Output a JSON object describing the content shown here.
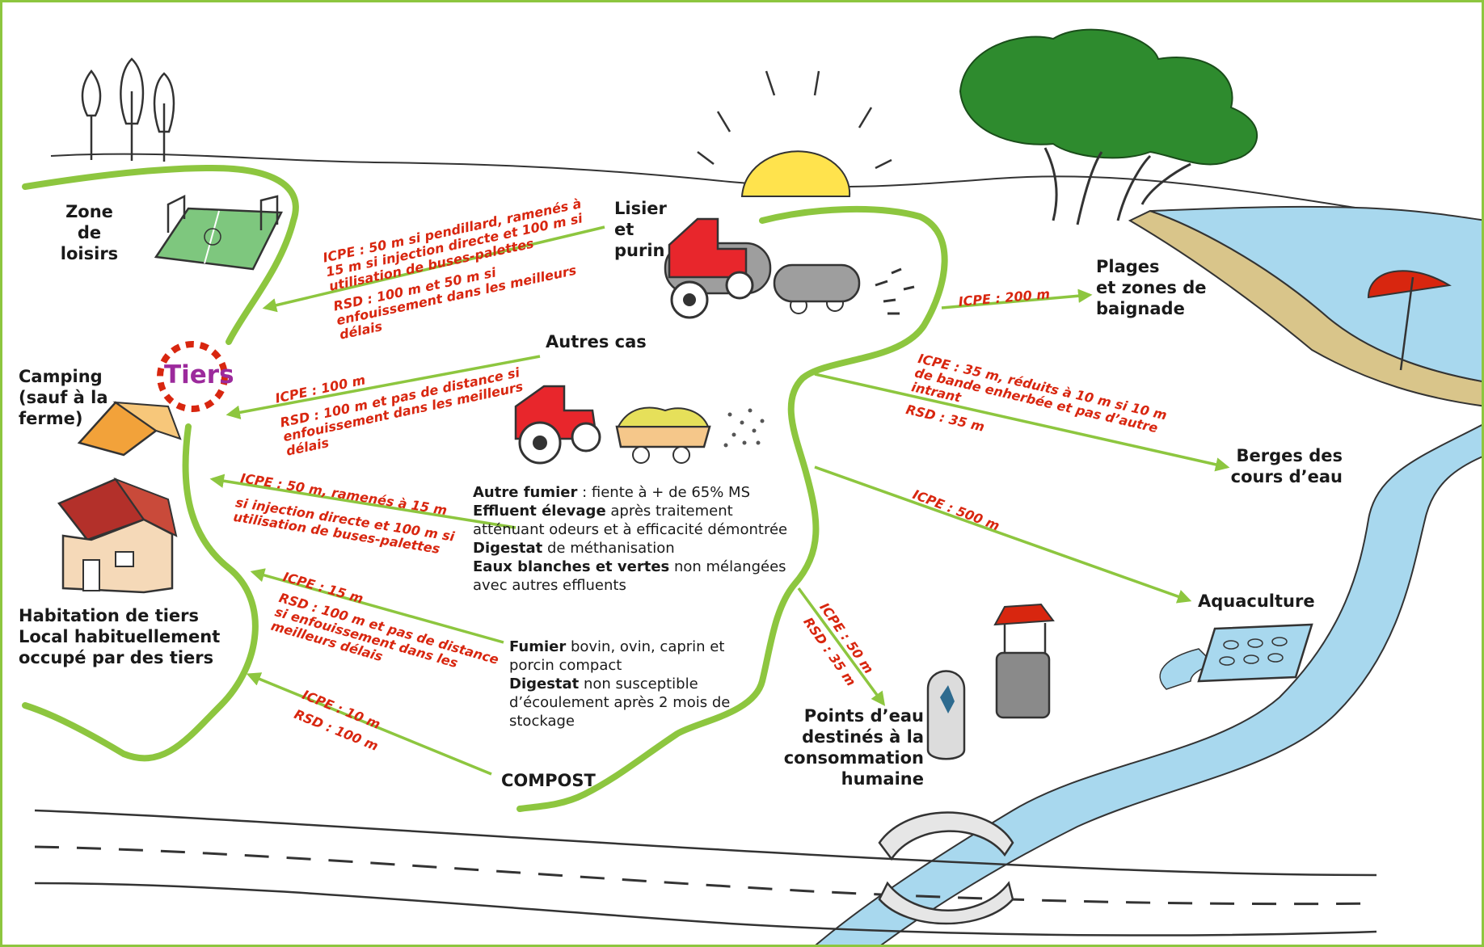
{
  "labels": {
    "zone_loisirs": [
      "Zone",
      "de",
      "loisirs"
    ],
    "camping": [
      "Camping",
      "(sauf à la",
      "ferme)"
    ],
    "habitation": [
      "Habitation de tiers",
      "Local habituellement",
      "occupé par des tiers"
    ],
    "tiers": "Tiers",
    "lisier": [
      "Lisier",
      "et",
      "purin"
    ],
    "autres_cas": "Autres cas",
    "compost": "COMPOST",
    "plages": [
      "Plages",
      "et zones de",
      "baignade"
    ],
    "berges": [
      "Berges des",
      "cours d’eau"
    ],
    "aquaculture": "Aquaculture",
    "points_eau": [
      "Points d’eau",
      "destinés à la",
      "consommation",
      "humaine"
    ]
  },
  "rules": {
    "lisier_icpe": [
      "ICPE : 50 m si pendillard, ramenés à",
      "15 m si injection directe et 100 m si",
      "utilisation de buses-palettes"
    ],
    "lisier_rsd": [
      "RSD : 100 m et 50 m si",
      "enfouissement dans les meilleurs",
      "délais"
    ],
    "autres_icpe": "ICPE : 100 m",
    "autres_rsd": [
      "RSD : 100 m et pas de distance si",
      "enfouissement dans les meilleurs",
      "délais"
    ],
    "fumier_autre_icpe": "ICPE : 50 m, ramenés à 15 m",
    "fumier_autre_icpe2": [
      "si injection directe et 100 m si",
      "utilisation de buses-palettes"
    ],
    "fumier_icpe": "ICPE : 15 m",
    "fumier_rsd": [
      "RSD : 100 m et pas de distance",
      "si enfouissement dans les",
      "meilleurs délais"
    ],
    "compost_icpe": "ICPE : 10 m",
    "compost_rsd": "RSD : 100 m",
    "plages_icpe": "ICPE : 200 m",
    "berges_icpe": [
      "ICPE : 35 m, réduits à 10 m  si 10 m",
      "de bande enherbée et pas d’autre",
      "intrant"
    ],
    "berges_rsd": "RSD : 35 m",
    "aquaculture_icpe": "ICPE : 500 m",
    "points_icpe": "ICPE : 50 m",
    "points_rsd": "RSD : 35 m"
  },
  "blocks": {
    "autres": [
      {
        "b": "Autre fumier",
        "t": " : fiente à + de 65% MS"
      },
      {
        "b": "Effluent élevage",
        "t": " après traitement"
      },
      {
        "b": "",
        "t": "atténuant odeurs et à efficacité démontrée"
      },
      {
        "b": "Digestat",
        "t": " de méthanisation"
      },
      {
        "b": "Eaux blanches et vertes",
        "t": " non mélangées"
      },
      {
        "b": "",
        "t": "avec autres effluents"
      }
    ],
    "fumier": [
      {
        "b": "Fumier",
        "t": " bovin, ovin, caprin et"
      },
      {
        "b": "",
        "t": "porcin compact"
      },
      {
        "b": "Digestat",
        "t": " non susceptible"
      },
      {
        "b": "",
        "t": "d’écoulement après 2 mois de"
      },
      {
        "b": "",
        "t": "stockage"
      }
    ]
  },
  "colors": {
    "border": "#8dc63f",
    "arrow": "#8dc63f",
    "rule_text": "#d8260f",
    "tiers_text": "#9c2a9c",
    "tiers_circle": "#d8260f",
    "water": "#a8d8ee",
    "sun": "#ffe34d",
    "tractor": "#e8262c"
  }
}
